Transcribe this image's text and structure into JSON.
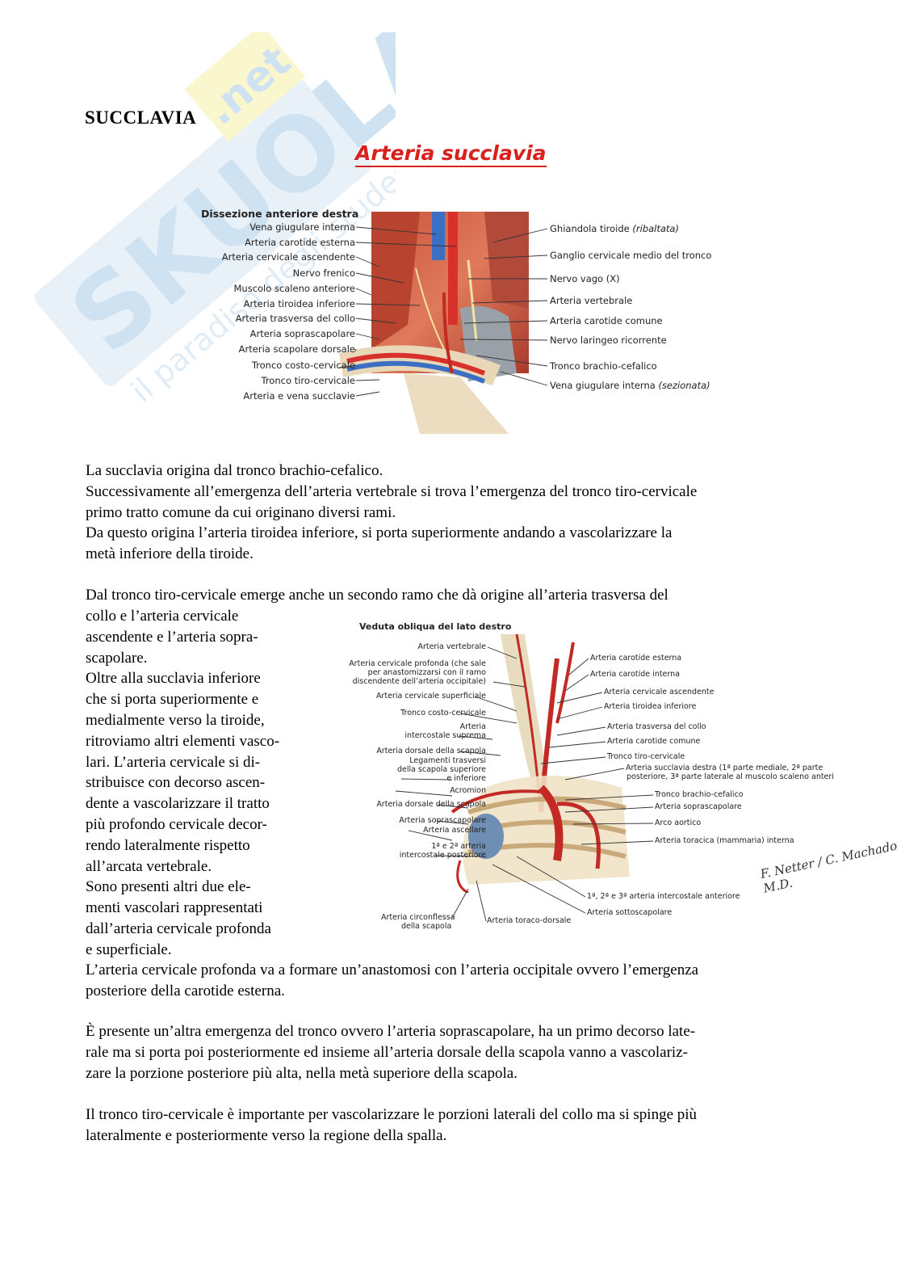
{
  "heading": "SUCCLAVIA",
  "watermark": {
    "logo": "SKUOLA.net",
    "tagline": "il paradiso degli studenti",
    "color": "#bcd7ec"
  },
  "figure1": {
    "title": "Arteria succlavia",
    "caption": "Dissezione anteriore destra",
    "labels_left": [
      "Vena giugulare interna",
      "Arteria carotide esterna",
      "Arteria cervicale ascendente",
      "Nervo frenico",
      "Muscolo scaleno anteriore",
      "Arteria tiroidea inferiore",
      "Arteria trasversa del collo",
      "Arteria soprascapolare",
      "Arteria scapolare dorsale",
      "Tronco costo-cervicale",
      "Tronco tiro-cervicale",
      "Arteria e vena succlavie"
    ],
    "labels_right": [
      {
        "text": "Ghiandola tiroide ",
        "italic": "(ribaltata)"
      },
      {
        "text": "Ganglio cervicale medio del tronco",
        "italic": ""
      },
      {
        "text": "Nervo vago (X)",
        "italic": ""
      },
      {
        "text": "Arteria vertebrale",
        "italic": ""
      },
      {
        "text": "Arteria carotide comune",
        "italic": ""
      },
      {
        "text": "Nervo laringeo ricorrente",
        "italic": ""
      },
      {
        "text": "Tronco brachio-cefalico",
        "italic": ""
      },
      {
        "text": "Vena giugulare interna ",
        "italic": "(sezionata)"
      }
    ]
  },
  "paragraphs": {
    "p1": [
      "La succlavia origina dal tronco brachio-cefalico.",
      "Successivamente all’emergenza dell’arteria vertebrale si trova l’emergenza del tronco tiro-cervicale",
      "primo tratto comune da cui originano diversi rami.",
      "Da questo origina l’arteria tiroidea inferiore, si porta superiormente andando a vascolarizzare la",
      "metà inferiore della tiroide."
    ],
    "p2_full": "Dal tronco tiro-cervicale emerge anche un secondo ramo che dà origine all’arteria trasversa del",
    "p2_wrapped": [
      "collo e l’arteria cervicale",
      "ascendente e l’arteria sopra-",
      "scapolare.",
      "Oltre alla succlavia inferiore",
      "che si porta superiormente e",
      "medialmente verso la tiroide,",
      "ritroviamo altri elementi vasco-",
      "lari. L’arteria cervicale si di-",
      "stribuisce con decorso ascen-",
      "dente a vascolarizzare il tratto",
      "più profondo cervicale decor-",
      "rendo lateralmente rispetto",
      "all’arcata vertebrale.",
      "Sono presenti altri due ele-",
      "menti vascolari rappresentati",
      "dall’arteria cervicale profonda",
      "e superficiale."
    ],
    "p2_after": [
      "L’arteria cervicale profonda va a formare un’anastomosi con l’arteria occipitale ovvero l’emergenza",
      "posteriore della carotide esterna."
    ],
    "p3": [
      "È presente un’altra emergenza del tronco ovvero l’arteria soprascapolare, ha un primo decorso late-",
      "rale ma si porta poi posteriormente ed insieme all’arteria dorsale della scapola vanno a vascolariz-",
      "zare la porzione posteriore più alta, nella metà superiore della scapola."
    ],
    "p4": [
      "Il tronco tiro-cervicale è importante per vascolarizzare le porzioni laterali del collo ma si spinge più",
      "lateralmente e posteriormente verso la regione della spalla."
    ]
  },
  "figure2": {
    "caption": "Veduta obliqua del lato destro",
    "labels_left": [
      "Arteria vertebrale",
      "Arteria cervicale profonda (che sale",
      "per anastomizzarsi con il ramo",
      "discendente dell’arteria occipitale)",
      "Arteria cervicale superficiale",
      "Tronco costo-cervicale",
      "Arteria",
      "intercostale suprema",
      "Arteria dorsale della scapola",
      "Legamenti trasversi",
      "della scapola superiore",
      "e inferiore",
      "Acromion",
      "Arteria dorsale della scapola",
      "Arteria soprascapolare",
      "Arteria ascellare",
      "1ª e 2ª arteria",
      "intercostale posteriore"
    ],
    "labels_right": [
      "Arteria carotide esterna",
      "Arteria carotide interna",
      "Arteria cervicale ascendente",
      "Arteria tiroidea inferiore",
      "Arteria trasversa del collo",
      "Arteria carotide comune",
      "Tronco tiro-cervicale",
      "Arteria succlavia  destra (1ª parte mediale, 2ª parte",
      "posteriore, 3ª parte laterale al muscolo scaleno anteri",
      "Tronco brachio-cefalico",
      "Arteria soprascapolare",
      "Arco aortico",
      "Arteria toracica (mammaria) interna"
    ],
    "labels_bottom": [
      "1ª, 2ª e 3ª arteria intercostale anteriore",
      "Arteria sottoscapolare",
      "Arteria circonflessa",
      "della scapola",
      "Arteria toraco-dorsale"
    ],
    "signature": "F. Netter / C. Machado M.D."
  }
}
